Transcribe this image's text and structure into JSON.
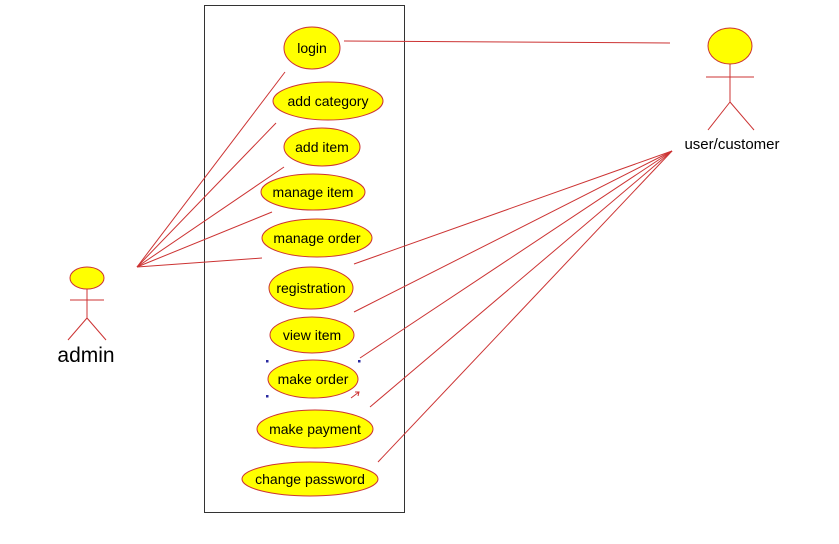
{
  "colors": {
    "use_case_fill": "#ffff00",
    "line": "#cc3333",
    "boundary": "#333333",
    "text": "#000000",
    "selection_handle": "#2a2aa0"
  },
  "actors": {
    "admin": {
      "label": "admin"
    },
    "user": {
      "label": "user/customer"
    }
  },
  "use_cases": [
    {
      "id": "login",
      "label": "login"
    },
    {
      "id": "add-category",
      "label": "add category"
    },
    {
      "id": "add-item",
      "label": "add item"
    },
    {
      "id": "manage-item",
      "label": "manage item"
    },
    {
      "id": "manage-order",
      "label": "manage order"
    },
    {
      "id": "registration",
      "label": "registration"
    },
    {
      "id": "view-item",
      "label": "view item"
    },
    {
      "id": "make-order",
      "label": "make order",
      "selected": true
    },
    {
      "id": "make-payment",
      "label": "make payment"
    },
    {
      "id": "change-password",
      "label": "change password"
    }
  ],
  "associations": {
    "admin": [
      "login",
      "add-category",
      "add-item",
      "manage-item",
      "manage-order"
    ],
    "user": [
      "login",
      "registration",
      "view-item",
      "make-order",
      "make-payment",
      "change-password"
    ]
  }
}
